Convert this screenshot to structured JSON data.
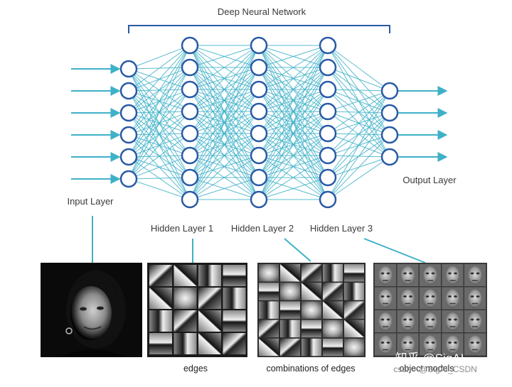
{
  "title": "Deep Neural Network",
  "layers": [
    {
      "label": "Input Layer",
      "nodes": 6
    },
    {
      "label": "Hidden Layer 1",
      "nodes": 8
    },
    {
      "label": "Hidden Layer 2",
      "nodes": 8
    },
    {
      "label": "Hidden Layer 3",
      "nodes": 8
    },
    {
      "label": "Output Layer",
      "nodes": 4
    }
  ],
  "panels": [
    {
      "caption": ""
    },
    {
      "caption": "edges"
    },
    {
      "caption": "combinations of edges"
    },
    {
      "caption": "object models"
    }
  ],
  "watermark": {
    "text": "知乎 @SigAI",
    "sub": "csdn · @SigAI_CSDN"
  },
  "colors": {
    "node_stroke": "#2a5aa6",
    "edge": "#3eb1c8",
    "arrow": "#3eb1c8",
    "bracket": "#2a5aa6",
    "text": "#3a3a3a"
  }
}
